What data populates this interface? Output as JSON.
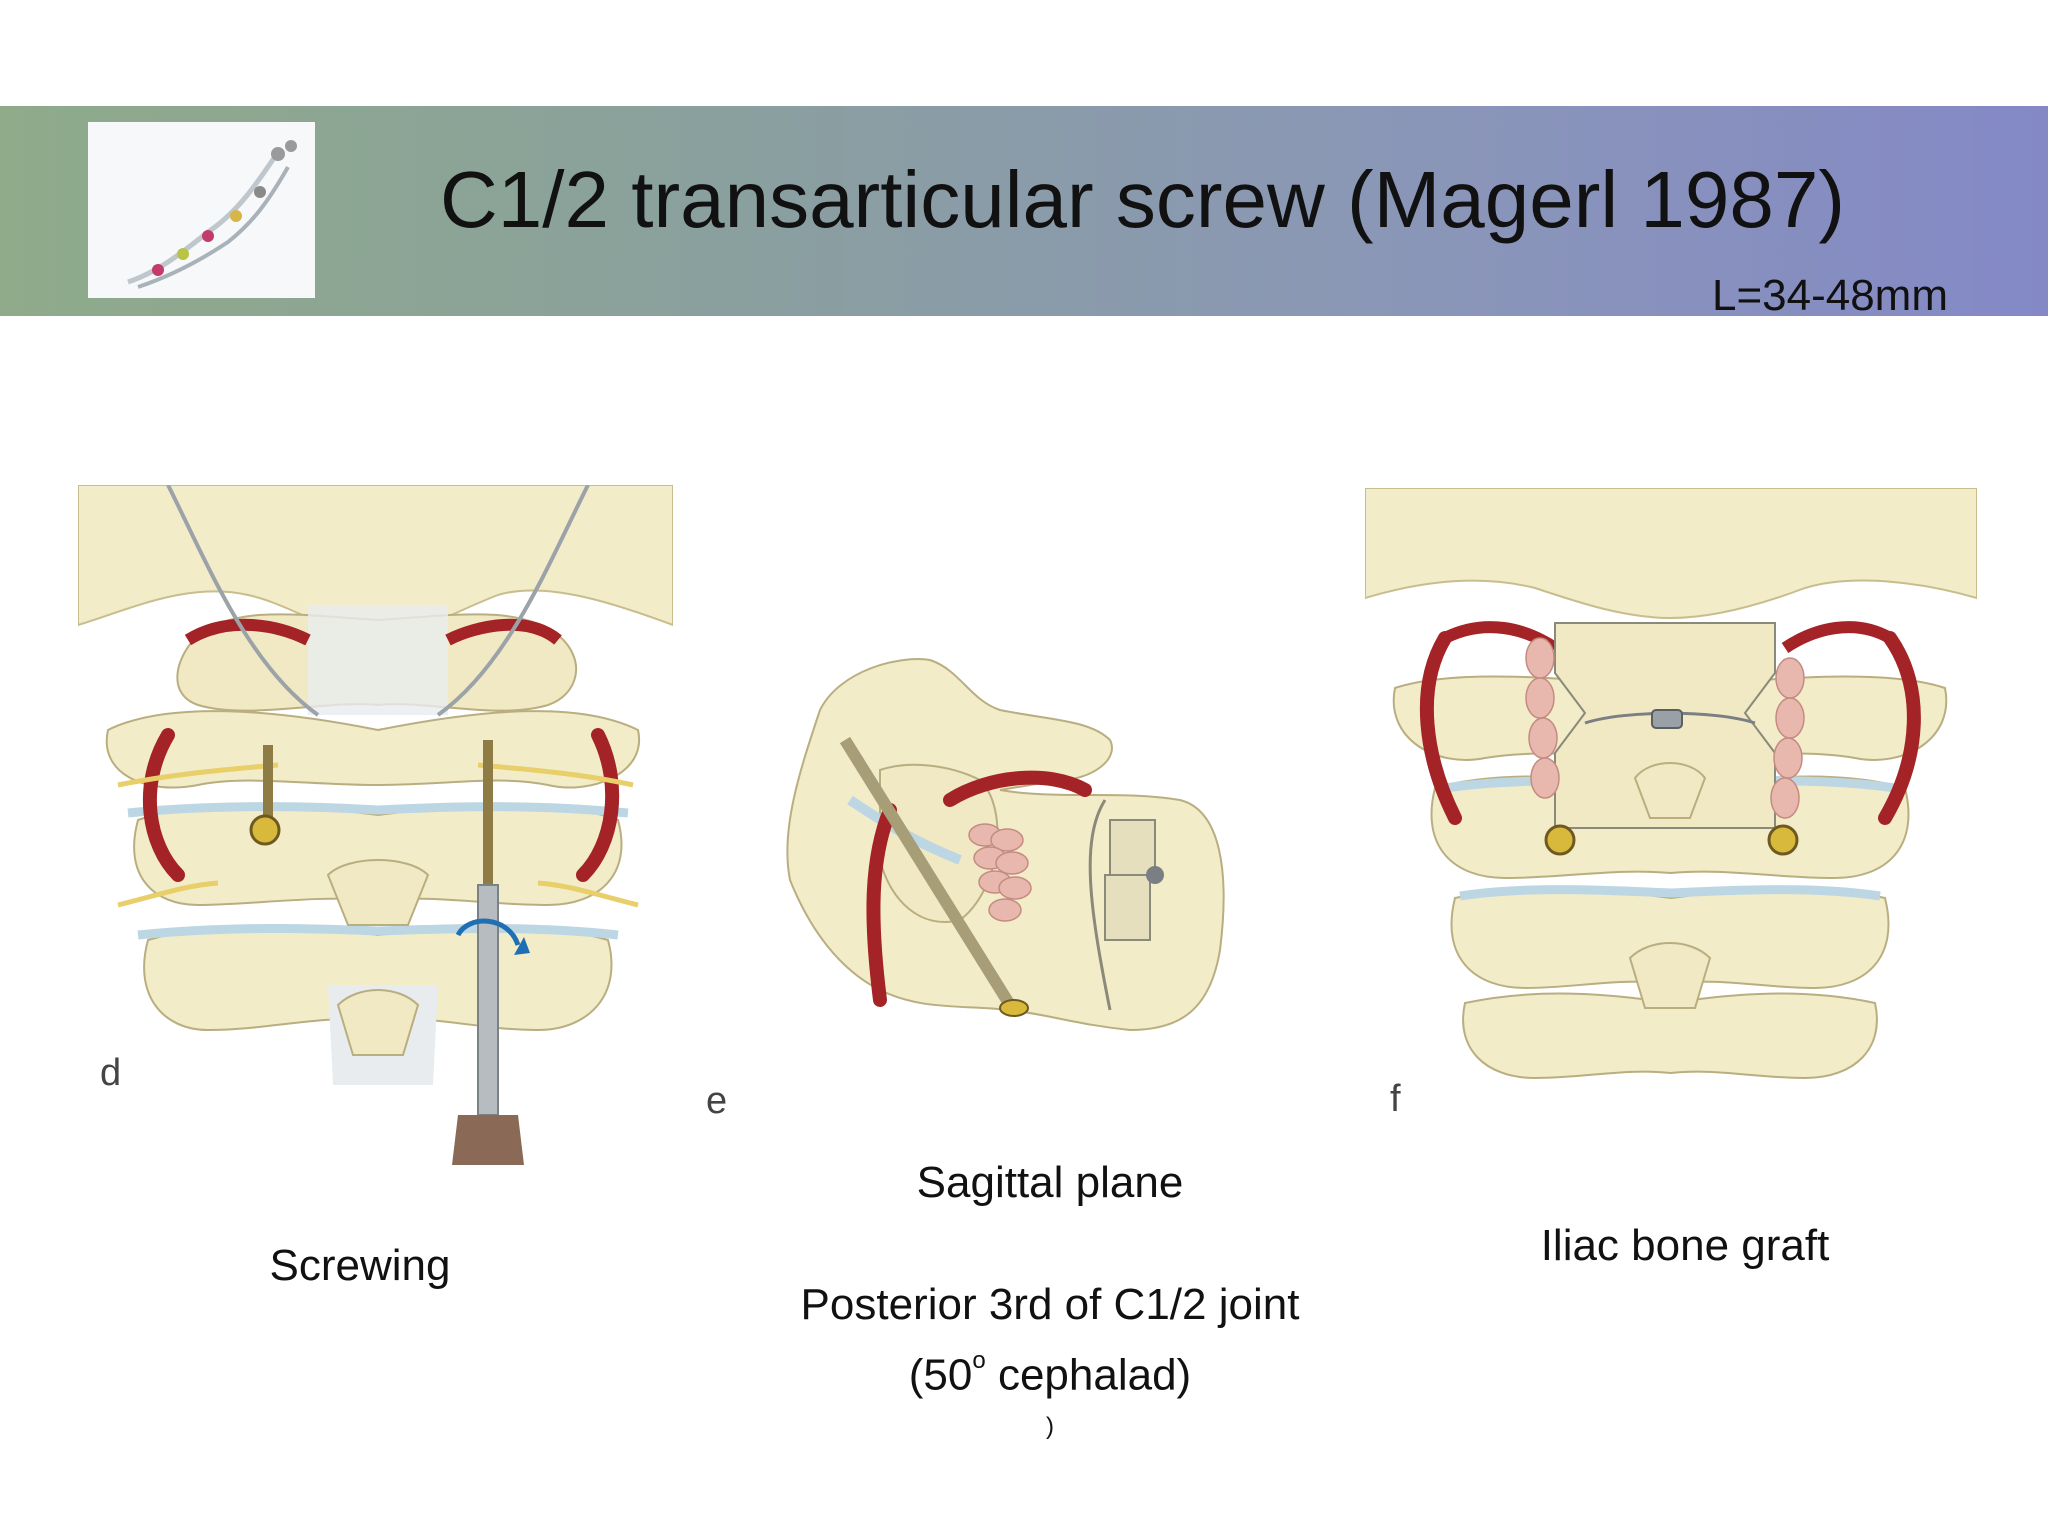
{
  "slide": {
    "title": "C1/2 transarticular screw (Magerl 1987)",
    "subtitle": "L=34-48mm"
  },
  "figures": {
    "d": {
      "letter": "d",
      "caption": "Screwing"
    },
    "e": {
      "letter": "e",
      "caption_line1": "Sagittal plane",
      "caption_line2": "Posterior 3rd of C1/2 joint",
      "caption_line3_pre": "(50",
      "caption_line3_sup": "o",
      "caption_line3_post": " cephalad)",
      "caption_line4": ")"
    },
    "f": {
      "letter": "f",
      "caption": "Iliac bone graft"
    }
  },
  "colors": {
    "bone": "#f3ecc8",
    "bone_shade": "#d9cfa0",
    "artery": "#a42326",
    "nerve": "#e8cf6a",
    "disc": "#bcd7e3",
    "graft": "#e8b7ae"
  }
}
